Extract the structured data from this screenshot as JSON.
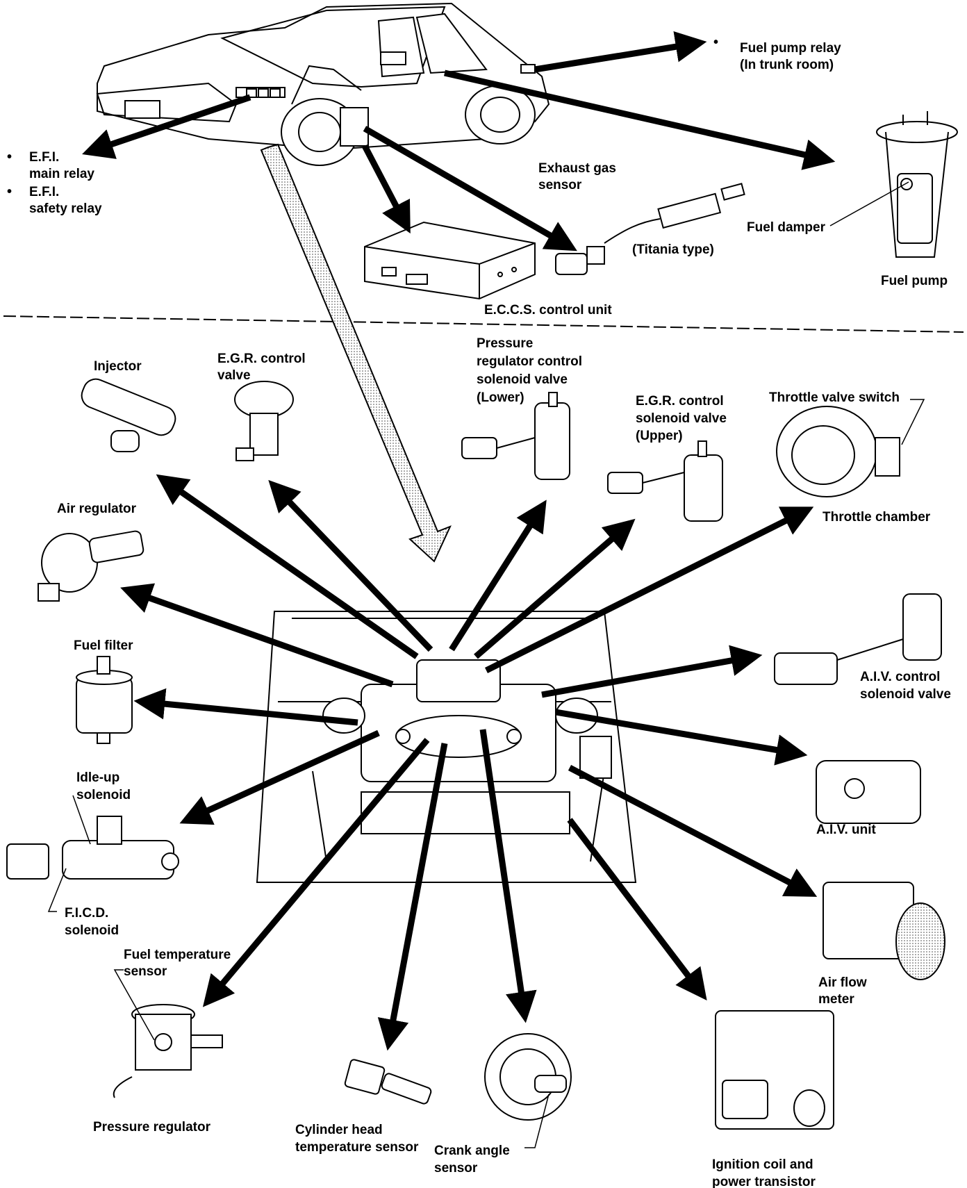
{
  "labels": {
    "fuel_pump_relay": [
      "Fuel pump relay",
      "(In trunk room)"
    ],
    "efi_main_relay": [
      "E.F.I.",
      "main relay"
    ],
    "efi_safety_relay": [
      "E.F.I.",
      "safety relay"
    ],
    "exhaust_gas_sensor": [
      "Exhaust gas",
      "sensor"
    ],
    "titania_type": "(Titania type)",
    "fuel_damper": "Fuel damper",
    "fuel_pump": "Fuel pump",
    "eccs_control_unit": "E.C.C.S. control unit",
    "injector": "Injector",
    "egr_control_valve": [
      "E.G.R. control",
      "valve"
    ],
    "pressure_regulator_control_solenoid_valve": [
      "Pressure",
      "regulator control",
      "solenoid valve",
      "(Lower)"
    ],
    "egr_control_solenoid_valve": [
      "E.G.R. control",
      "solenoid valve",
      "(Upper)"
    ],
    "throttle_valve_switch": "Throttle valve switch",
    "throttle_chamber": "Throttle chamber",
    "air_regulator": "Air regulator",
    "fuel_filter": "Fuel filter",
    "aiv_control_solenoid_valve": [
      "A.I.V. control",
      "solenoid valve"
    ],
    "idle_up_solenoid": [
      "Idle-up",
      "solenoid"
    ],
    "aiv_unit": "A.I.V. unit",
    "ficd_solenoid": [
      "F.I.C.D.",
      "solenoid"
    ],
    "fuel_temperature_sensor": [
      "Fuel temperature",
      "sensor"
    ],
    "air_flow_meter": [
      "Air flow",
      "meter"
    ],
    "pressure_regulator": "Pressure regulator",
    "cylinder_head_temperature_sensor": [
      "Cylinder head",
      "temperature sensor"
    ],
    "crank_angle_sensor": [
      "Crank angle",
      "sensor"
    ],
    "ignition_coil_power_transistor": [
      "Ignition coil and",
      "power transistor"
    ]
  }
}
